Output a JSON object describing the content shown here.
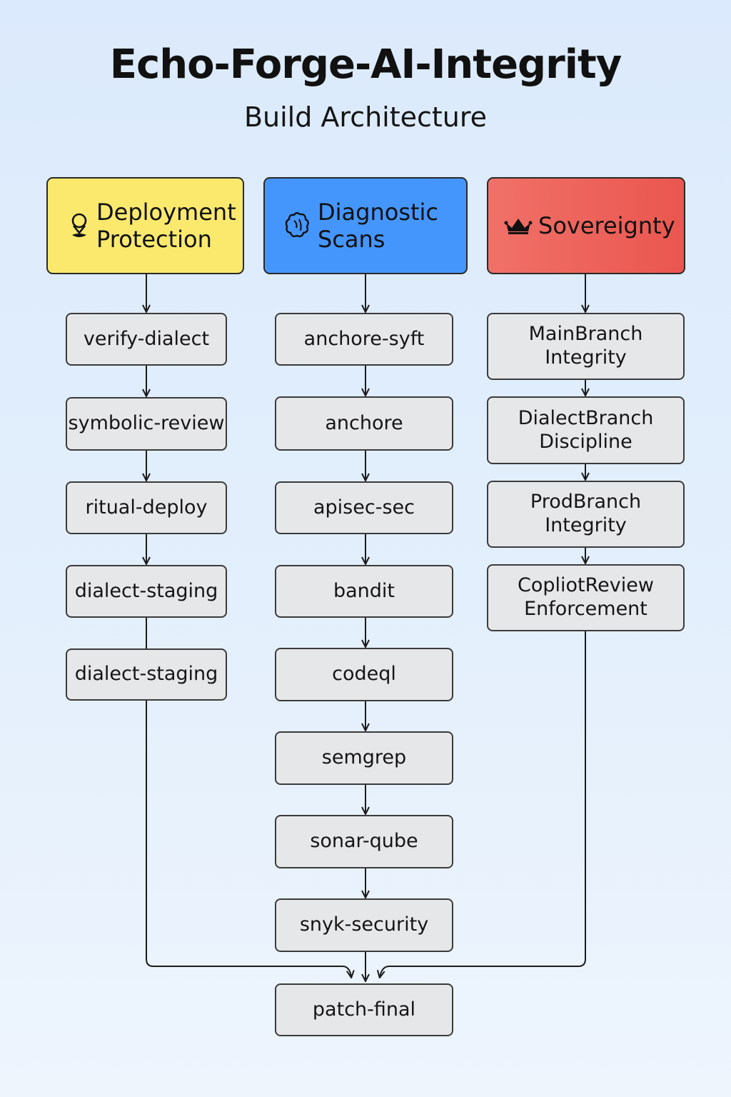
{
  "title": "Echo-Forge-AI-Integrity",
  "subtitle": "Build Architecture",
  "columns": [
    {
      "header": "Deployment Protection",
      "icon": "location-pin-icon",
      "color": "#fbe96e",
      "steps": [
        "verify-dialect",
        "symbolic-review",
        "ritual-deploy",
        "dialect-staging",
        "dialect-staging"
      ]
    },
    {
      "header": "Diagnostic Scans",
      "icon": "puzzle-icon",
      "color": "#4596fc",
      "steps": [
        "anchore-syft",
        "anchore",
        "apisec-sec",
        "bandit",
        "codeql",
        "semgrep",
        "sonar-qube",
        "snyk-security"
      ]
    },
    {
      "header": "Sovereignty",
      "icon": "crown-icon",
      "color": "#ee6159",
      "steps": [
        "MainBranch Integrity",
        "DialectBranch Discipline",
        "ProdBranch Integrity",
        "CopliotReview Enforcement"
      ]
    }
  ],
  "final_step": "patch-final"
}
